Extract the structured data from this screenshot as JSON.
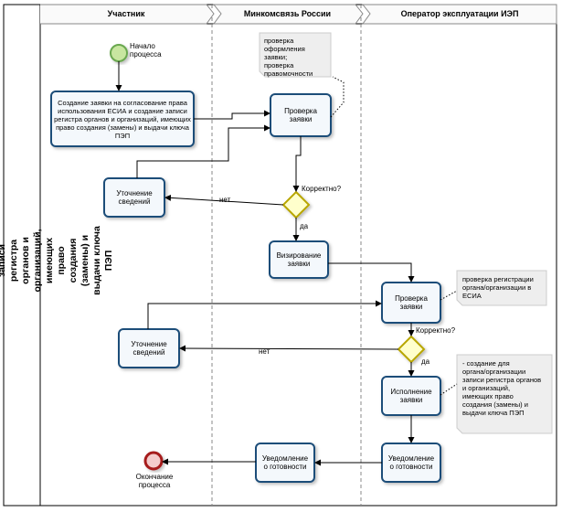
{
  "pool": {
    "title": "Процесс согласования права использования ЕСИА и создания записи регистра органов и организаций, имеющих право создания (замены) и выдачи ключа ПЭП"
  },
  "lanes": {
    "participant": "Участник",
    "ministry": "Минкомсвязь России",
    "operator": "Оператор эксплуатации ИЭП"
  },
  "events": {
    "start": "Начало\nпроцесса",
    "end": "Окончание\nпроцесса"
  },
  "tasks": {
    "create_request": "Создание заявки на согласование права использования ЕСИА и создание записи регистра органов и организаций, имеющих право создания (замены) и выдачи ключа ПЭП",
    "check_1": "Проверка заявки",
    "clarify_1": "Уточнение\nсведений",
    "approve": "Визирование\nзаявки",
    "check_2": "Проверка\nзаявки",
    "clarify_2": "Уточнение\nсведений",
    "execute": "Исполнение\nзаявки",
    "notify_operator": "Уведомление\nо готовности",
    "notify_ministry": "Уведомление\nо готовности"
  },
  "notes": {
    "note_1": "проверка\nоформления заявки;\nпроверка\nправомочности",
    "note_2": "проверка регистрации\nоргана/организации в\nЕСИА",
    "note_3": "- создание для\nоргана/организации\nзаписи регистра органов\nи организаций,\nимеющих право\nсоздания (замены) и\nвыдачи ключа ПЭП"
  },
  "gateways": {
    "g1_question": "Корректно?",
    "g1_no": "нет",
    "g1_yes": "да",
    "g2_question": "Корректно?",
    "g2_no": "нет",
    "g2_yes": "да"
  },
  "colors": {
    "task_border": "#1f4e79",
    "task_fill": "#f4f8fc",
    "start_fill": "#c8e6a0",
    "start_stroke": "#6aa84f",
    "end_fill": "#f4cccc",
    "end_stroke": "#a61c1c",
    "gateway_fill": "#ffffcc",
    "gateway_stroke": "#b8a600",
    "note_fill": "#eeeeee",
    "line": "#000000"
  }
}
